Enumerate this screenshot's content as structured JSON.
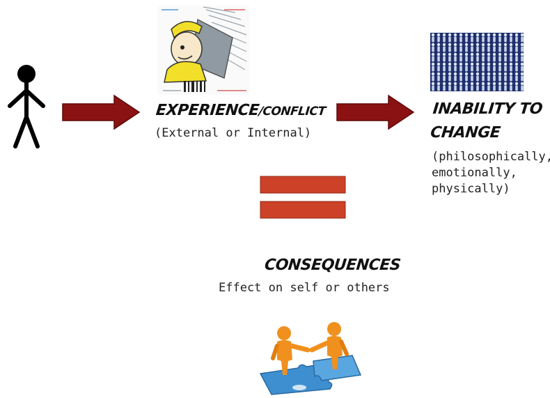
{
  "experience": {
    "title_main": "EXPERIENCE",
    "title_rest": "/CONFLICT",
    "subtitle": "(External or Internal)"
  },
  "inability": {
    "title_line1": "INABILITY TO",
    "title_line2": "CHANGE",
    "detail_line1": "(philosophically,",
    "detail_line2": "emotionally,",
    "detail_line3": "physically)"
  },
  "consequences": {
    "title": "CONSEQUENCES",
    "subtitle": "Effect on self or others"
  },
  "icons": {
    "person": "stick-figure-icon",
    "arrow": "arrow-right-icon",
    "equals": "equals-sign-icon",
    "experience_image": "cartoon-figure-clipart",
    "inability_image": "crowd-pattern-clipart",
    "consequences_image": "puzzle-handshake-clipart"
  },
  "colors": {
    "arrow": "#8b1212",
    "equals": "#cc4128",
    "crowd_bg": "#1f2f6e",
    "puzzle": "#3e8fd0",
    "figure": "#f0901e"
  }
}
